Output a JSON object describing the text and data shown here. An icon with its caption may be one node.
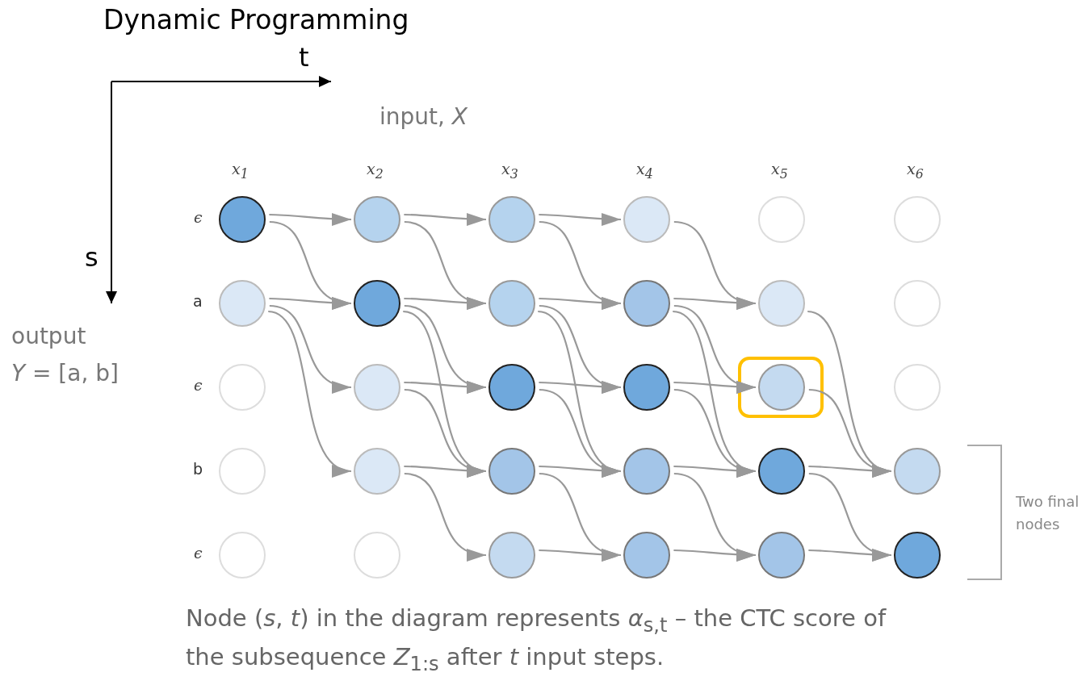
{
  "diagram": {
    "title": "Dynamic Programming",
    "caption": "Node (*s*, *t*) in the diagram represents *α*$_{s,t}$ – the CTC score of the subsequence *Z*$_{1:s}$ after *t* input steps.",
    "nodes": [
      {
        "text": [],
        "shape": "circle"
      },
      {
        "text": [],
        "shape": "circle"
      },
      {
        "text": [],
        "shape": "circle"
      },
      {
        "text": [],
        "shape": "circle"
      },
      {
        "text": [],
        "shape": "circle"
      },
      {
        "text": [],
        "shape": "circle"
      },
      {
        "text": [],
        "shape": "circle"
      },
      {
        "text": [],
        "shape": "circle"
      },
      {
        "text": [],
        "shape": "circle"
      },
      {
        "text": [],
        "shape": "circle"
      },
      {
        "text": [],
        "shape": "circle"
      },
      {
        "text": [],
        "shape": "circle"
      },
      {
        "text": [],
        "shape": "circle"
      },
      {
        "text": [],
        "shape": "circle"
      },
      {
        "text": [],
        "shape": "circle"
      },
      {
        "text": [],
        "shape": "circle"
      },
      {
        "text": [],
        "shape": "circle"
      },
      {
        "text": [],
        "shape": "circle"
      },
      {
        "text": [],
        "shape": "circle"
      },
      {
        "text": [],
        "shape": "circle"
      },
      {
        "text": [],
        "shape": "circle"
      },
      {
        "text": [],
        "shape": "circle"
      },
      {
        "text": [],
        "shape": "circle"
      },
      {
        "text": [],
        "shape": "circle"
      },
      {
        "text": [],
        "shape": "circle"
      },
      {
        "text": [],
        "shape": "circle"
      },
      {
        "text": [],
        "shape": "circle"
      },
      {
        "text": [],
        "shape": "circle"
      },
      {
        "text": [],
        "shape": "circle"
      },
      {
        "text": [],
        "shape": "circle"
      }
    ],
    "edges": [
      {
        "from": 0,
        "to": 1,
        "arrow": "to"
      },
      {
        "from": 0,
        "to": 7,
        "arrow": "to"
      },
      {
        "from": 6,
        "to": 7,
        "arrow": "to"
      },
      {
        "from": 6,
        "to": 13,
        "arrow": "to"
      },
      {
        "from": 6,
        "to": 19,
        "arrow": "to"
      },
      {
        "from": 1,
        "to": 2,
        "arrow": "to"
      },
      {
        "from": 1,
        "to": 8,
        "arrow": "to"
      },
      {
        "from": 7,
        "to": 8,
        "arrow": "to"
      },
      {
        "from": 7,
        "to": 14,
        "arrow": "to"
      },
      {
        "from": 7,
        "to": 20,
        "arrow": "to"
      },
      {
        "from": 13,
        "to": 14,
        "arrow": "to"
      },
      {
        "from": 13,
        "to": 20,
        "arrow": "to"
      },
      {
        "from": 19,
        "to": 20,
        "arrow": "to"
      },
      {
        "from": 19,
        "to": 26,
        "arrow": "to"
      },
      {
        "from": 2,
        "to": 3,
        "arrow": "to"
      },
      {
        "from": 2,
        "to": 9,
        "arrow": "to"
      },
      {
        "from": 8,
        "to": 9,
        "arrow": "to"
      },
      {
        "from": 8,
        "to": 15,
        "arrow": "to"
      },
      {
        "from": 8,
        "to": 21,
        "arrow": "to"
      },
      {
        "from": 14,
        "to": 15,
        "arrow": "to"
      },
      {
        "from": 14,
        "to": 21,
        "arrow": "to"
      },
      {
        "from": 20,
        "to": 21,
        "arrow": "to"
      },
      {
        "from": 20,
        "to": 27,
        "arrow": "to"
      },
      {
        "from": 26,
        "to": 27,
        "arrow": "to"
      },
      {
        "from": 3,
        "to": 10,
        "arrow": "to"
      },
      {
        "from": 9,
        "to": 10,
        "arrow": "to"
      },
      {
        "from": 9,
        "to": 16,
        "arrow": "to"
      },
      {
        "from": 9,
        "to": 22,
        "arrow": "to"
      },
      {
        "from": 15,
        "to": 16,
        "arrow": "to"
      },
      {
        "from": 15,
        "to": 22,
        "arrow": "to"
      },
      {
        "from": 21,
        "to": 22,
        "arrow": "to"
      },
      {
        "from": 21,
        "to": 28,
        "arrow": "to"
      },
      {
        "from": 27,
        "to": 28,
        "arrow": "to"
      },
      {
        "from": 10,
        "to": 23,
        "arrow": "to"
      },
      {
        "from": 16,
        "to": 23,
        "arrow": "to"
      },
      {
        "from": 22,
        "to": 23,
        "arrow": "to"
      },
      {
        "from": 22,
        "to": 29,
        "arrow": "to"
      },
      {
        "from": 28,
        "to": 29,
        "arrow": "to"
      }
    ],
    "labels": [
      "t",
      "input, *X*",
      "*x*$_{1}$",
      "*x*$_{2}$",
      "*x*$_{3}$",
      "*x*$_{4}$",
      "*x*$_{5}$",
      "*x*$_{6}$",
      "ϵ",
      "s",
      "a",
      "output",
      "*Y* = [a, b]",
      "ϵ",
      "b",
      "ϵ",
      "Two final nodes"
    ]
  }
}
